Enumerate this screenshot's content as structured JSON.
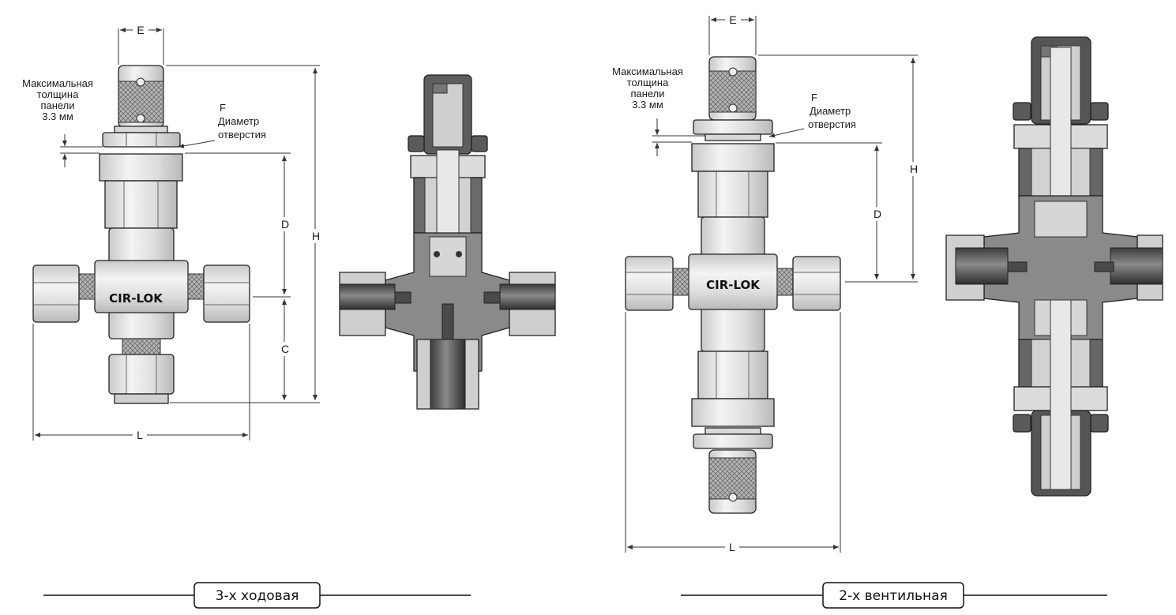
{
  "left_drawing": {
    "panel_note": [
      "Максимальная",
      "толщина",
      "панели",
      "3.3 мм"
    ],
    "hole_note": [
      "F",
      "Диаметр",
      "отверстия"
    ],
    "dims": {
      "E": "E",
      "D": "D",
      "H": "H",
      "C": "C",
      "L": "L"
    },
    "brand": "CIR-LOK",
    "caption": "3-х ходовая"
  },
  "right_drawing": {
    "panel_note": [
      "Максимальная",
      "толщина",
      "панели",
      "3.3 мм"
    ],
    "hole_note": [
      "F",
      "Диаметр",
      "отверстия"
    ],
    "dims": {
      "E": "E",
      "D": "D",
      "H": "H",
      "L": "L"
    },
    "brand": "CIR-LOK",
    "caption": "2-х вентильная"
  },
  "colors": {
    "metal_light": "#e6e6e6",
    "metal_mid": "#bfbfbf",
    "metal_dark": "#5a5a5a",
    "knurl": "#a9a9a9",
    "line": "#222222"
  }
}
